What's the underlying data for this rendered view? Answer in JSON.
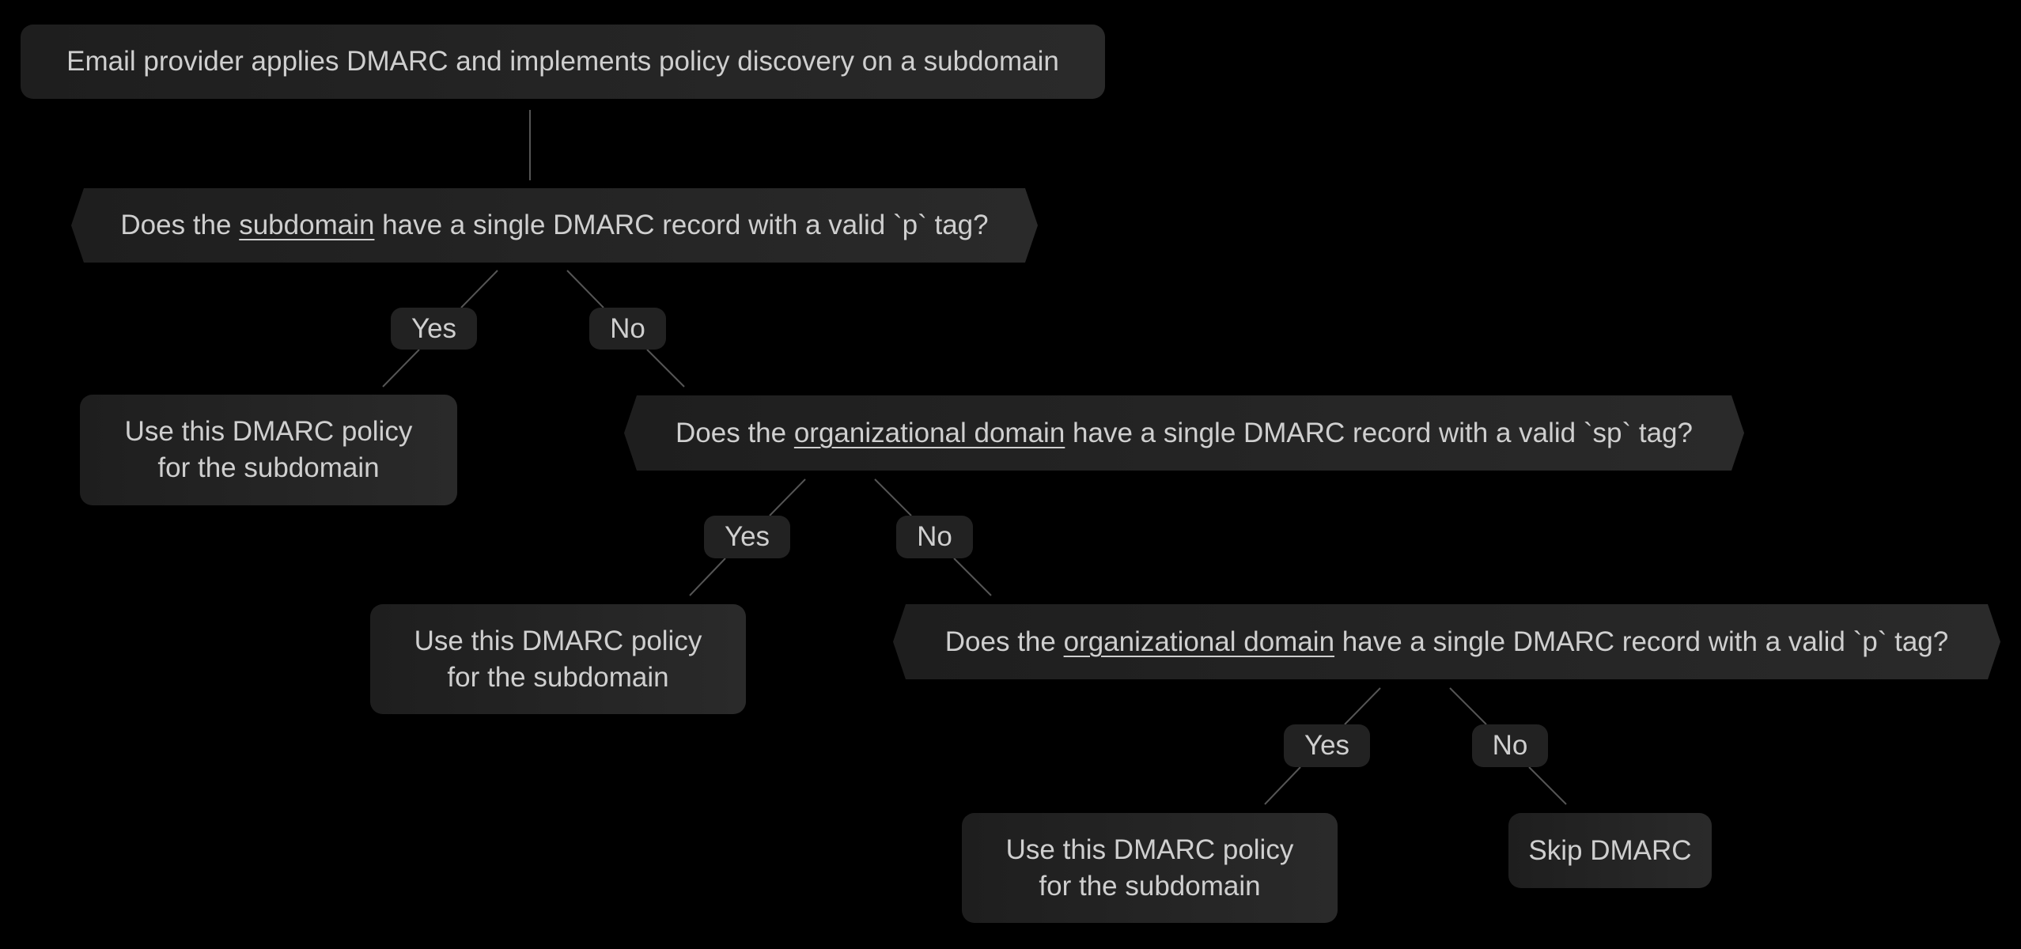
{
  "start": "Email provider applies DMARC and implements policy discovery on a subdomain",
  "q1": {
    "pre": "Does the ",
    "term": "subdomain",
    "post": " have a single DMARC record with a valid `p` tag?"
  },
  "q2": {
    "pre": "Does the ",
    "term": "organizational domain",
    "post": " have a single DMARC record with a valid `sp` tag?"
  },
  "q3": {
    "pre": "Does the ",
    "term": "organizational domain",
    "post": " have a single DMARC record with a valid `p` tag?"
  },
  "yes": "Yes",
  "no": "No",
  "use_policy": {
    "line1": "Use this DMARC policy",
    "line2": "for the subdomain"
  },
  "skip": "Skip DMARC"
}
